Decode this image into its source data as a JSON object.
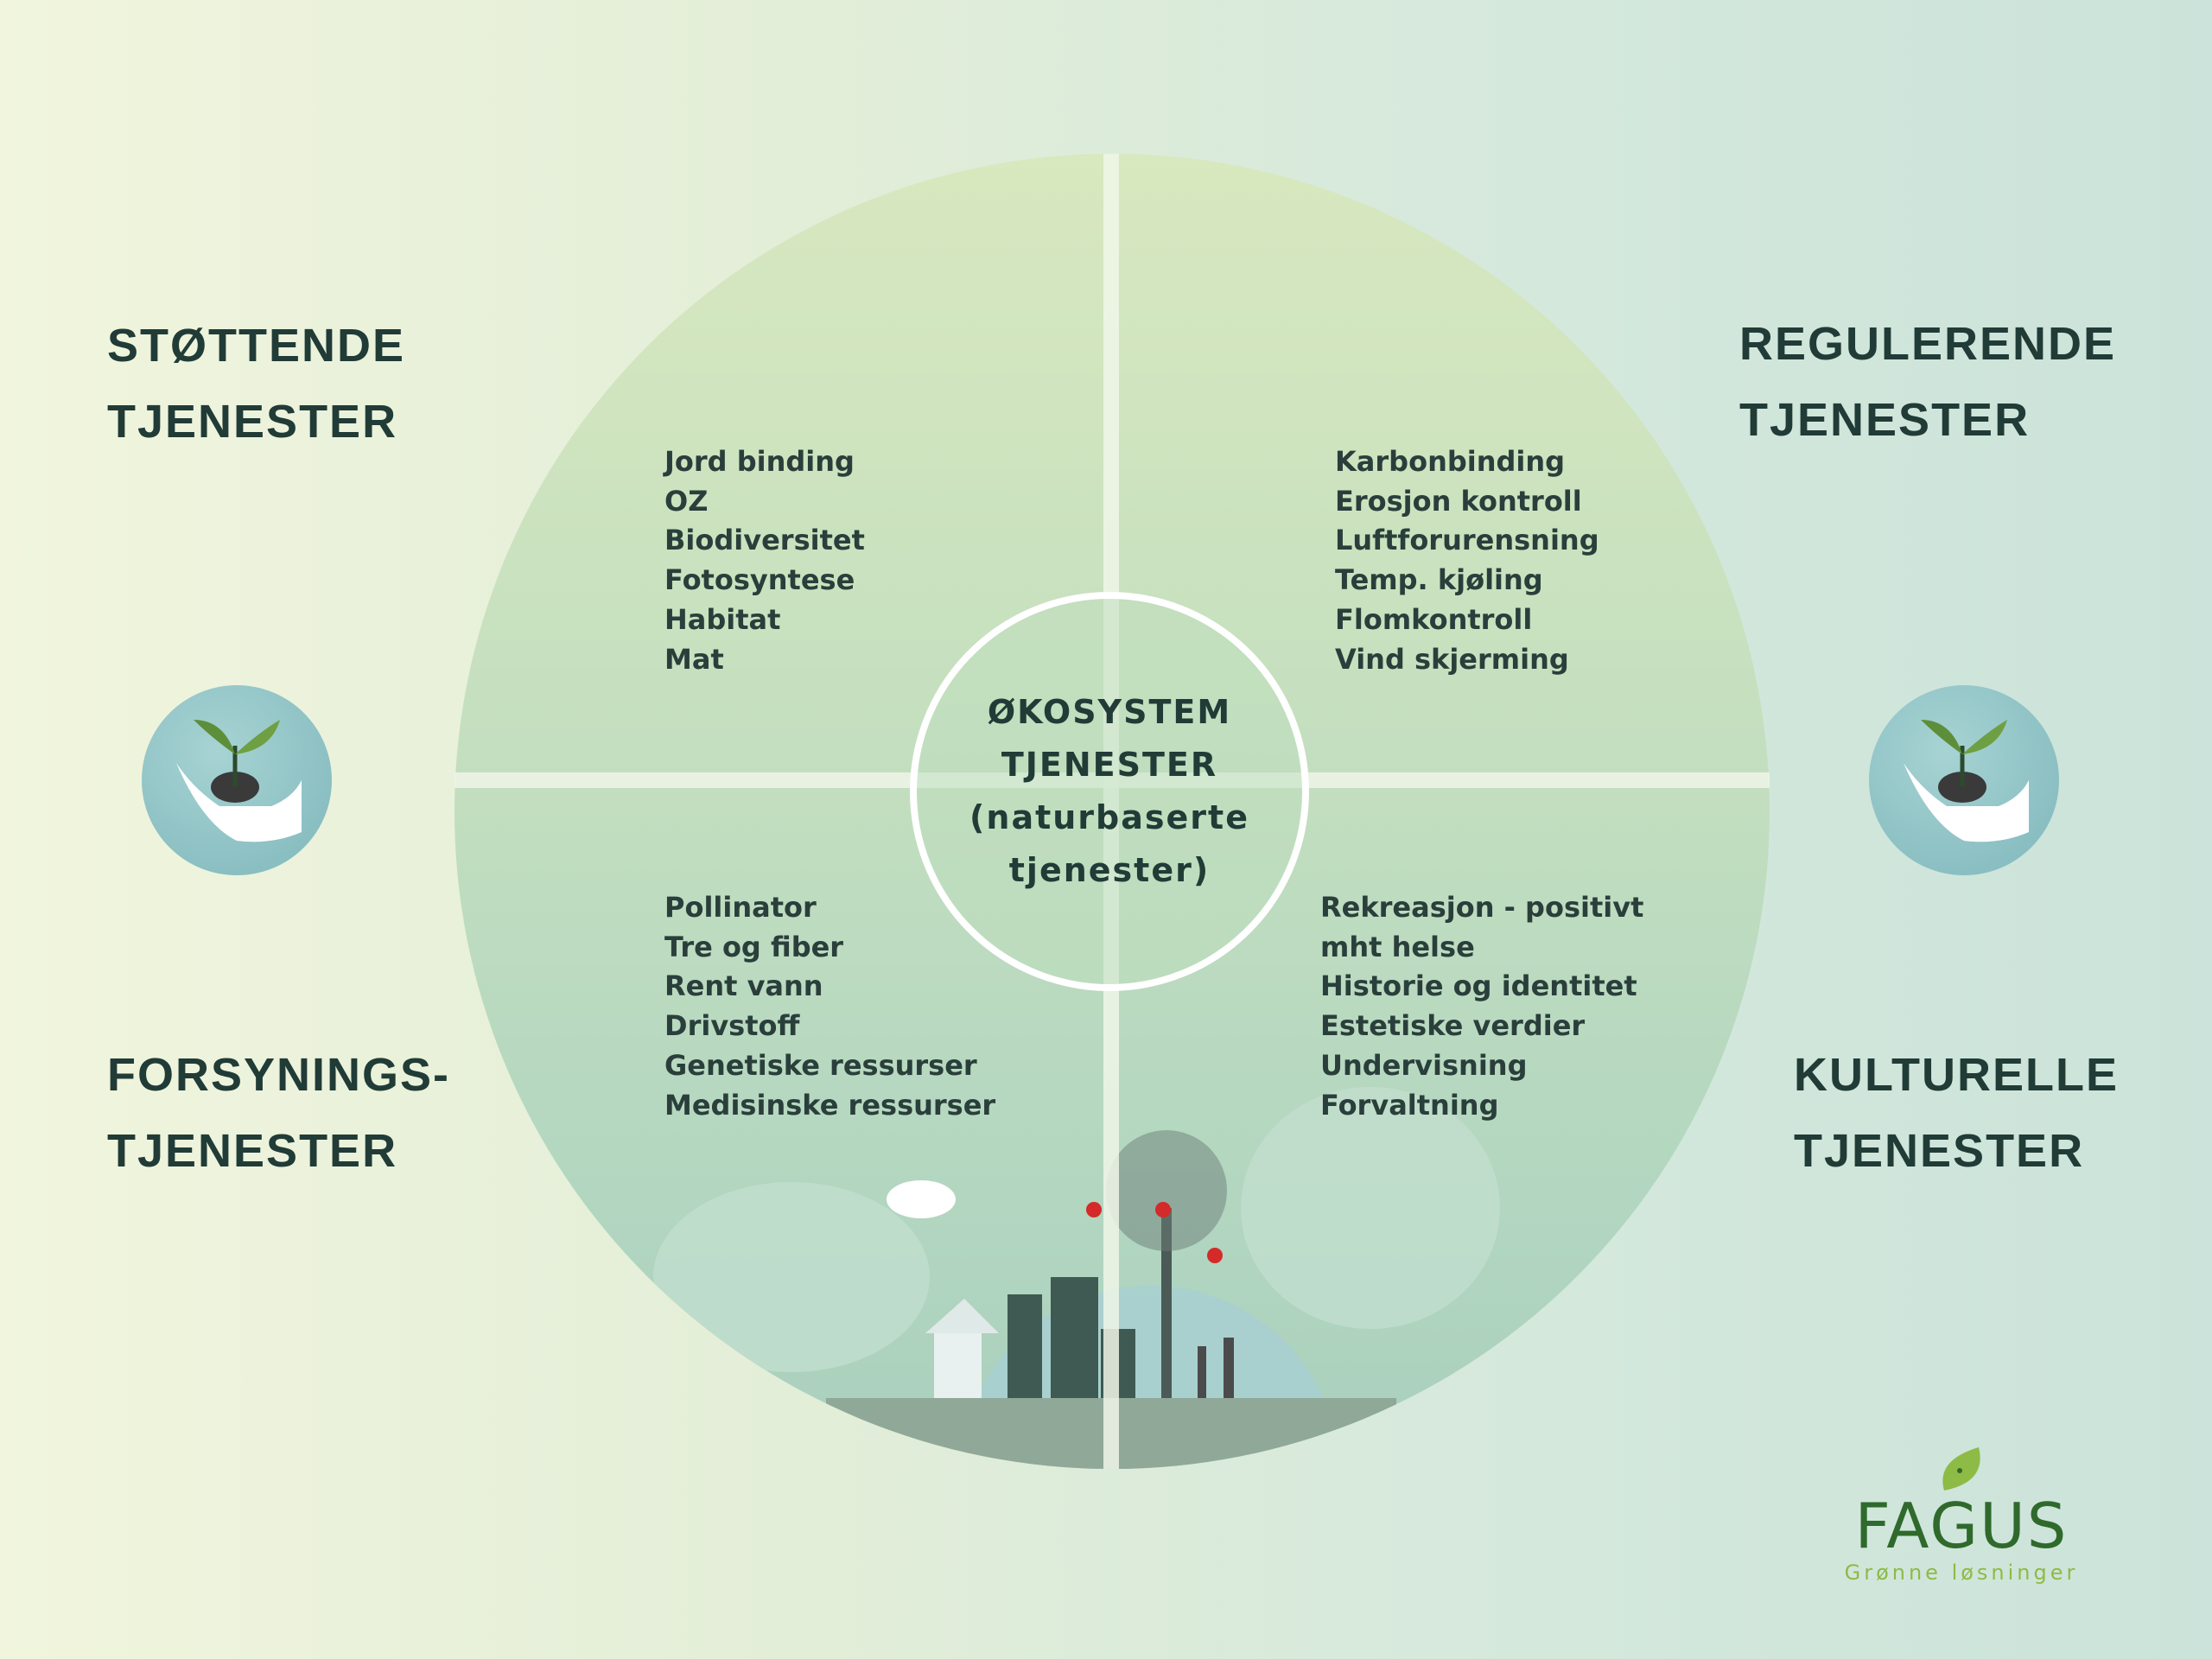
{
  "headings": {
    "supporting": [
      "STØTTENDE",
      "TJENESTER"
    ],
    "regulating": [
      "REGULERENDE",
      "TJENESTER"
    ],
    "provisioning": [
      "FORSYNINGS-",
      "TJENESTER"
    ],
    "cultural": [
      "KULTURELLE",
      "TJENESTER"
    ]
  },
  "center": [
    "ØKOSYSTEM",
    "TJENESTER",
    "(naturbaserte",
    "tjenester)"
  ],
  "lists": {
    "supporting": [
      "Jord binding",
      "OZ",
      "Biodiversitet",
      "Fotosyntese",
      "Habitat",
      "Mat"
    ],
    "regulating": [
      "Karbonbinding",
      "Erosjon kontroll",
      "Luftforurensning",
      "Temp. kjøling",
      "Flomkontroll",
      "Vind skjerming"
    ],
    "provisioning": [
      "Pollinator",
      "Tre og fiber",
      "Rent vann",
      "Drivstoff",
      "Genetiske ressurser",
      "Medisinske ressurser"
    ],
    "cultural": [
      "Rekreasjon - positivt",
      "mht helse",
      "Historie og identitet",
      "Estetiske verdier",
      "Undervisning",
      "Forvaltning"
    ]
  },
  "logo": {
    "name": "FAGUS",
    "tagline": "Grønne løsninger"
  },
  "colors": {
    "text": "#213b37",
    "logo_dark": "#2f6a2c",
    "logo_light": "#8dbb45"
  }
}
